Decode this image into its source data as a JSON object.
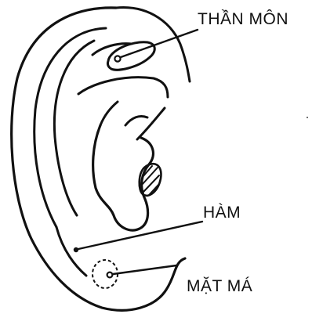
{
  "labels": {
    "than_mon": "THẦN MÔN",
    "ham": "HÀM",
    "mat_ma": "MẶT MÁ"
  },
  "colors": {
    "ink": "#111111",
    "background": "#ffffff"
  }
}
